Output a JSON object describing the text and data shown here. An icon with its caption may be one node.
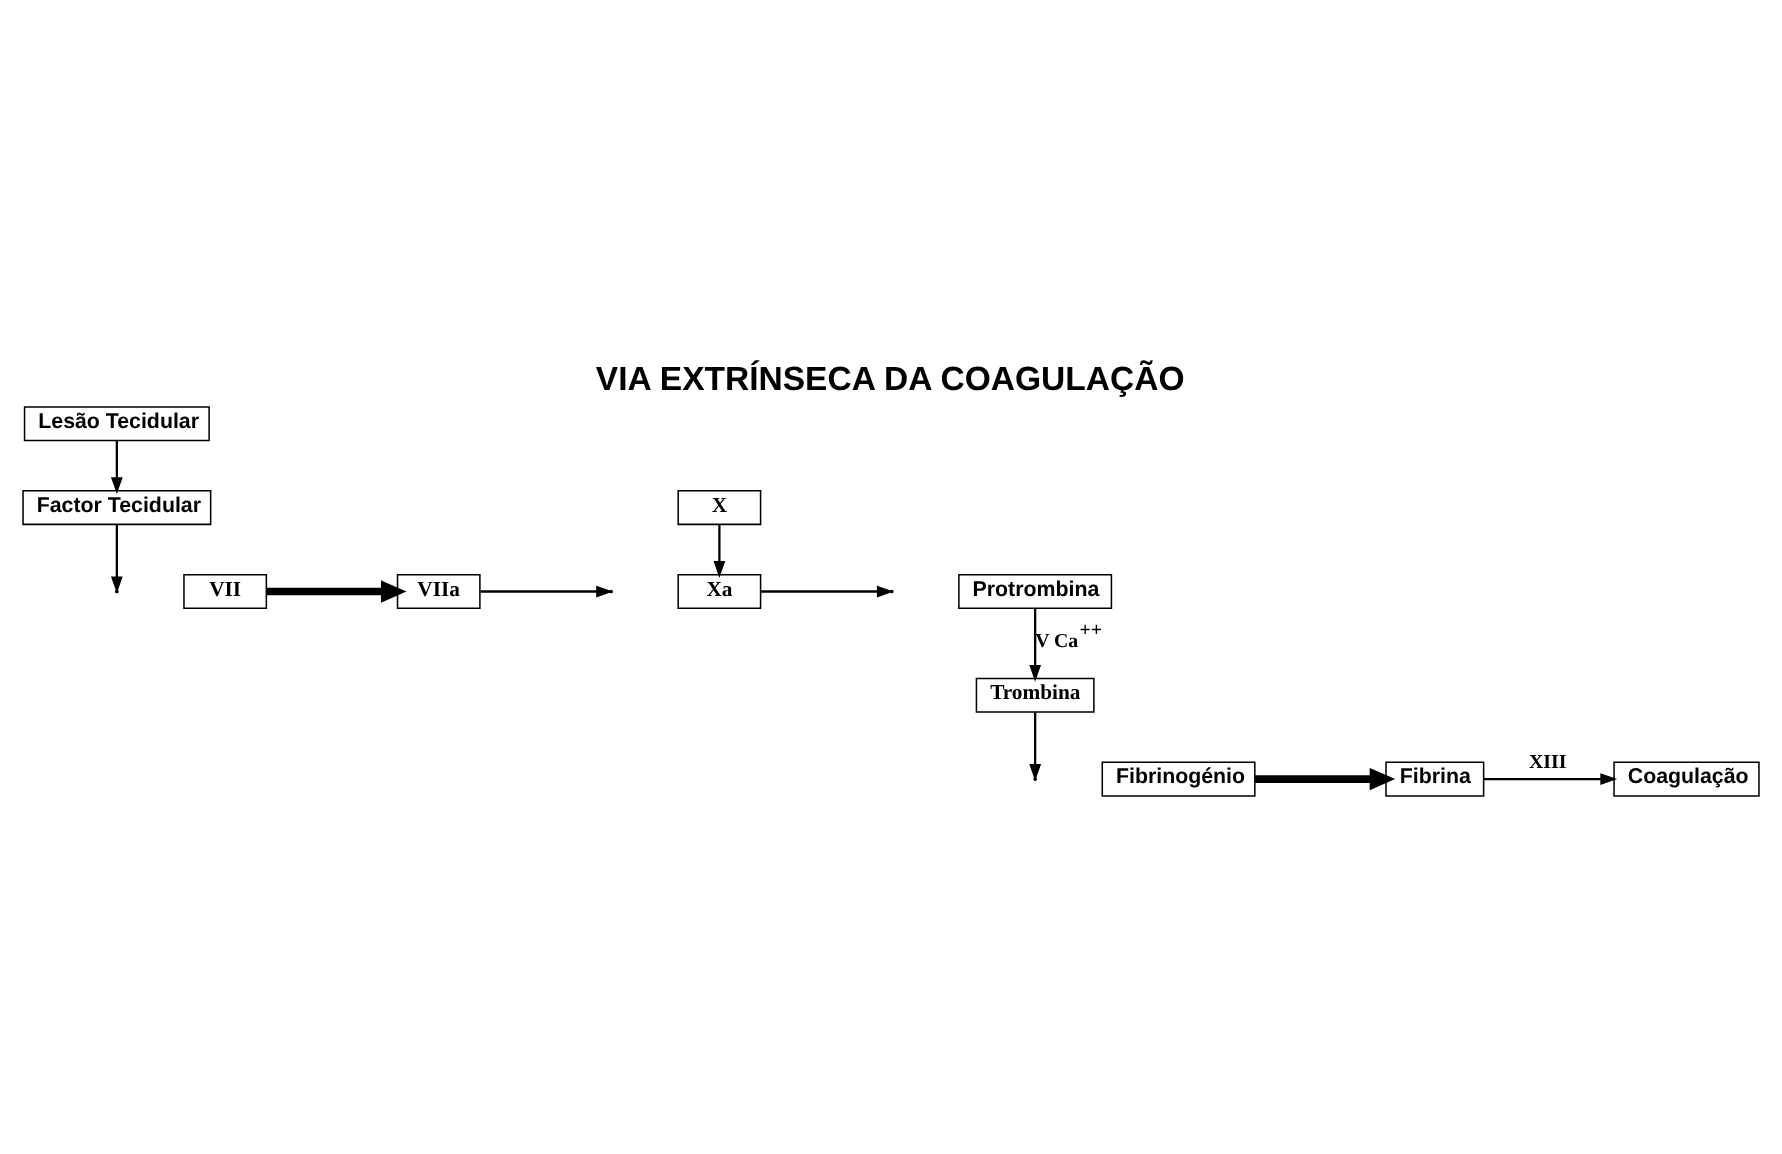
{
  "diagram": {
    "title": "VIA EXTRÍNSECA DA COAGULAÇÃO",
    "nodes": [
      {
        "text": [
          "Lesão Tecidular"
        ]
      },
      {
        "text": [
          "Factor Tecidular"
        ]
      },
      {
        "text": [
          "VII"
        ]
      },
      {
        "text": [
          "VIIa"
        ]
      },
      {
        "text": [
          "X"
        ]
      },
      {
        "text": [
          "Xa"
        ]
      },
      {
        "text": [
          "Protrombina"
        ]
      },
      {
        "text": [
          "Trombina"
        ]
      },
      {
        "text": [
          "Coagulação"
        ]
      },
      {
        "text": [
          "Fibrina"
        ]
      },
      {
        "text": [
          "Fibrinogénio"
        ]
      }
    ],
    "edges": [
      {
        "from": 0,
        "to": 1,
        "arrow": "to"
      },
      {
        "from": 1,
        "to": null,
        "arrow": "to"
      },
      {
        "from": 2,
        "to": 3,
        "arrow": "to",
        "style": "thick"
      },
      {
        "from": 3,
        "to": null,
        "arrow": "to"
      },
      {
        "from": 4,
        "to": 5,
        "arrow": "to"
      },
      {
        "from": 5,
        "to": null,
        "arrow": "to"
      },
      {
        "from": 6,
        "to": 7,
        "arrow": "to",
        "label": "V Ca$^{++}$"
      },
      {
        "from": 7,
        "to": null,
        "arrow": "to"
      },
      {
        "from": 10,
        "to": 9,
        "arrow": "to",
        "style": "thick"
      },
      {
        "from": 9,
        "to": 8,
        "arrow": "to",
        "label": "XIII"
      }
    ]
  }
}
